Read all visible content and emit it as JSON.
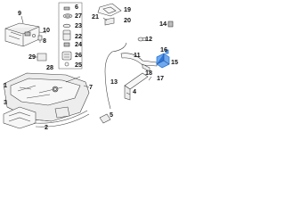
{
  "diagram": {
    "callouts": {
      "c1": "1",
      "c2": "2",
      "c3": "3",
      "c4": "4",
      "c5": "5",
      "c6": "6",
      "c7": "7",
      "c8": "8",
      "c9": "9",
      "c10": "10",
      "c11": "11",
      "c12": "12",
      "c13": "13",
      "c14": "14",
      "c15": "15",
      "c16": "16",
      "c17": "17",
      "c18": "18",
      "c19": "19",
      "c20": "20",
      "c21": "21",
      "c22": "22",
      "c23": "23",
      "c24": "24",
      "c25": "25",
      "c26": "26",
      "c27": "27",
      "c28": "28",
      "c29": "29"
    },
    "colors": {
      "highlight": "#6fa8ef",
      "highlight_dark": "#2e74d4",
      "line": "#4a4a4a"
    }
  }
}
